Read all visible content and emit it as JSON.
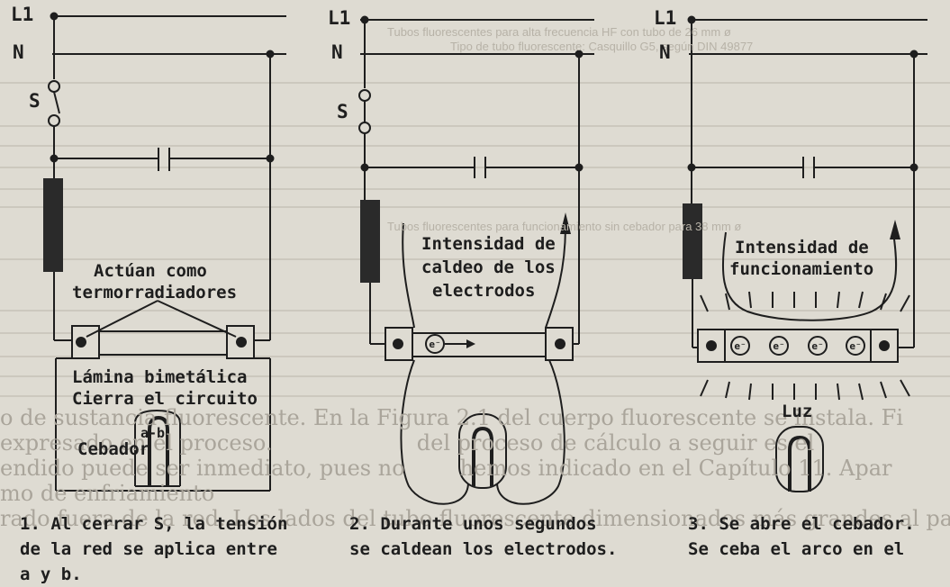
{
  "panels": [
    {
      "line_label": "L1",
      "neutral_label": "N",
      "switch_label": "S",
      "heater_label_line1": "Actúan como",
      "heater_label_line2": "termorradiadores",
      "bimetal_label_line1": "Lámina bimetálica",
      "bimetal_label_line2": "Cierra el circuito",
      "starter_label": "Cebador",
      "starter_terminals": "a-b",
      "caption_line1": "1. Al cerrar S, la tensión",
      "caption_line2": "de la red se aplica entre",
      "caption_line3": "a y b."
    },
    {
      "line_label": "L1",
      "neutral_label": "N",
      "switch_label": "S",
      "current_label_line1": "Intensidad de",
      "current_label_line2": "caldeo de los",
      "current_label_line3": "electrodos",
      "electron_symbol": "e⁻",
      "caption_line1": "2. Durante unos segundos",
      "caption_line2": "se caldean los electrodos."
    },
    {
      "line_label": "L1",
      "neutral_label": "N",
      "current_label_line1": "Intensidad de",
      "current_label_line2": "funcionamiento",
      "light_label": "Luz",
      "electron_symbol": "e⁻",
      "caption_line1": "3. Se abre el cebador.",
      "caption_line2": "Se ceba el arco en el"
    }
  ],
  "background_text": {
    "line1": "o de sustancia fluorescente. En la Figura 2.1 del cuerpo fluorescente se instala. Fi",
    "line2": "expresado en el proceso.                     del proceso de cálculo a seguir es el",
    "line3": "endido puede ser inmediato, pues no        hemos indicado en el Capítulo 11. Apar",
    "line4": "mo de enfriamiento",
    "line5": "rado fuera de la red. Los lados del tubo fluorescente dimensionados más grandes al par",
    "header_ghost_1": "Tubos fluorescentes para alta frecuencia HF con tubo de 26 mm ø",
    "header_ghost_2": "Tipo de tubo fluorescente: Casquillo G5, según DIN 49877",
    "header_ghost_3": "Tubos fluorescentes para funcionamiento sin cebador para 38 mm ø"
  }
}
